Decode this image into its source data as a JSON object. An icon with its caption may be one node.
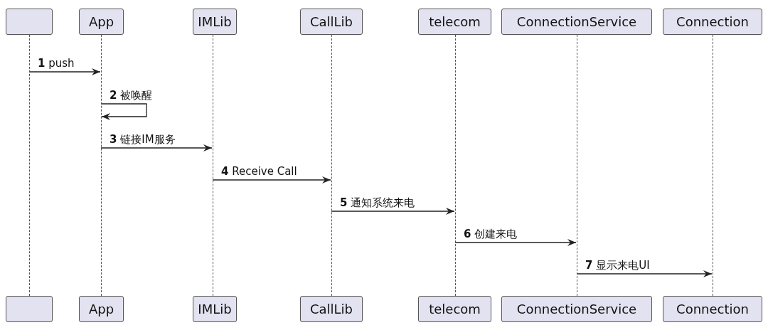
{
  "diagram": {
    "nodes": [
      {
        "text": [],
        "shape": "box"
      },
      {
        "text": [
          "App"
        ]
      },
      {
        "text": [
          "IMLib"
        ]
      },
      {
        "text": [
          "CallLib"
        ]
      },
      {
        "text": [
          "telecom"
        ]
      },
      {
        "text": [
          "ConnectionService"
        ]
      },
      {
        "text": [
          "Connection"
        ]
      },
      {
        "text": [],
        "shape": "line"
      },
      {
        "text": [],
        "shape": "line"
      },
      {
        "text": [],
        "shape": "line"
      },
      {
        "text": [],
        "shape": "line"
      },
      {
        "text": [],
        "shape": "line"
      },
      {
        "text": [],
        "shape": "line"
      },
      {
        "text": [],
        "shape": "line"
      },
      {
        "text": [],
        "shape": "box"
      },
      {
        "text": [
          "App"
        ]
      },
      {
        "text": [
          "IMLib"
        ]
      },
      {
        "text": [
          "CallLib"
        ]
      },
      {
        "text": [
          "telecom"
        ]
      },
      {
        "text": [
          "ConnectionService"
        ]
      },
      {
        "text": [
          "Connection"
        ]
      }
    ],
    "edges": [
      {
        "from": 7,
        "to": 8,
        "arrow": "to",
        "label": "**1** push"
      },
      {
        "from": 8,
        "to": 8,
        "arrow": "to",
        "label": "**2** 被唤醒"
      },
      {
        "from": 8,
        "to": 9,
        "arrow": "to",
        "label": "**3** 链接IM服务"
      },
      {
        "from": 9,
        "to": 10,
        "arrow": "to",
        "label": "**4** Receive Call"
      },
      {
        "from": 10,
        "to": 11,
        "arrow": "to",
        "label": "**5** 通知系统来电"
      },
      {
        "from": 11,
        "to": 12,
        "arrow": "to",
        "label": "**6** 创建来电"
      },
      {
        "from": 12,
        "to": 13,
        "arrow": "to",
        "label": "**7** 显示来电UI"
      }
    ]
  }
}
